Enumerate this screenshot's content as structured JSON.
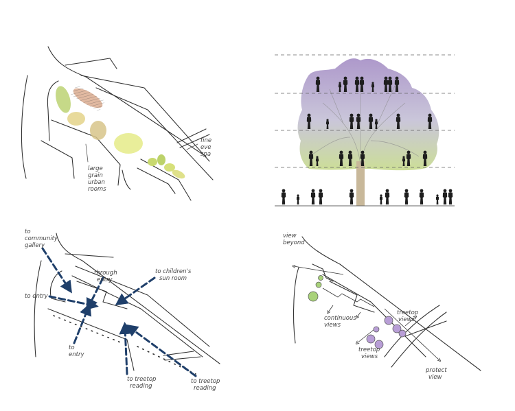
{
  "panel_top_left": {
    "labels": {
      "large_grain": [
        "large",
        "grain",
        "urban",
        "rooms"
      ],
      "fine_grain": [
        "fine",
        "eve",
        "spa"
      ]
    }
  },
  "panel_top_right": {
    "colors": {
      "canopy_top": "#a993c8",
      "canopy_bottom": "#c9dc92",
      "trunk": "#c8b89a"
    }
  },
  "panel_bottom_left": {
    "labels": {
      "community_gallery": [
        "to",
        "community",
        "gallery"
      ],
      "entry_left": "to entry",
      "through_entry": [
        "through",
        "entry"
      ],
      "childrens_sun_room": [
        "to children's",
        "sun room"
      ],
      "entry_bottom": [
        "to",
        "entry"
      ],
      "treetop_reading_1": [
        "to treetop",
        "reading"
      ],
      "treetop_reading_2": [
        "to treetop",
        "reading"
      ]
    },
    "colors": {
      "arrow": "#1f3f6a"
    }
  },
  "panel_bottom_right": {
    "labels": {
      "view_beyond": [
        "view",
        "beyond"
      ],
      "treetop_views_1": [
        "treetop",
        "views"
      ],
      "continuous_views": [
        "continuous",
        "views"
      ],
      "treetop_views_2": [
        "treetop",
        "views"
      ],
      "protected_view": [
        "protect",
        "view"
      ]
    },
    "colors": {
      "green_tree": "#a9d27a",
      "purple_tree": "#b89ed6"
    }
  }
}
